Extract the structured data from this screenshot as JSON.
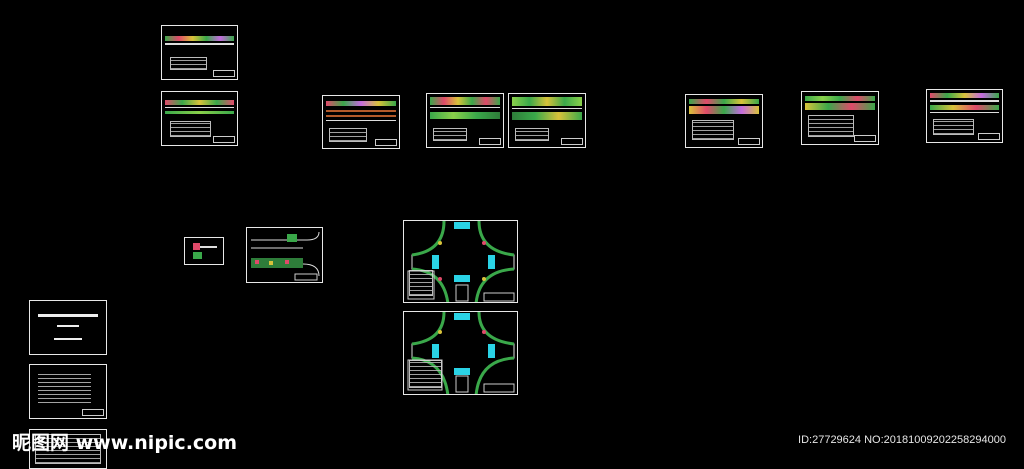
{
  "workspace": {
    "background": "#000000",
    "line_color": "#e8e8e8",
    "plant_colors": [
      "#3aa84a",
      "#e04a6a",
      "#d8c23a",
      "#8ad04a",
      "#c46adf"
    ],
    "crossing_color": "#2ad3e6"
  },
  "sheets": [
    {
      "name": "street-elevation-sheet-1"
    },
    {
      "name": "street-elevation-sheet-2"
    },
    {
      "name": "street-plan-sheet-3"
    },
    {
      "name": "street-plan-sheet-4"
    },
    {
      "name": "street-plan-sheet-5"
    },
    {
      "name": "street-plan-sheet-6"
    },
    {
      "name": "street-plan-sheet-7"
    },
    {
      "name": "street-plan-sheet-8"
    },
    {
      "name": "small-detail-sheet"
    },
    {
      "name": "road-curve-sheet"
    },
    {
      "name": "intersection-plan-sheet-1"
    },
    {
      "name": "intersection-plan-sheet-2"
    },
    {
      "name": "cover-sheet"
    },
    {
      "name": "notes-sheet"
    },
    {
      "name": "table-sheet"
    }
  ],
  "watermark": {
    "text": "昵图网 www.nipic.com"
  },
  "image_id": {
    "text": "ID:27729624 NO:20181009202258294000"
  }
}
